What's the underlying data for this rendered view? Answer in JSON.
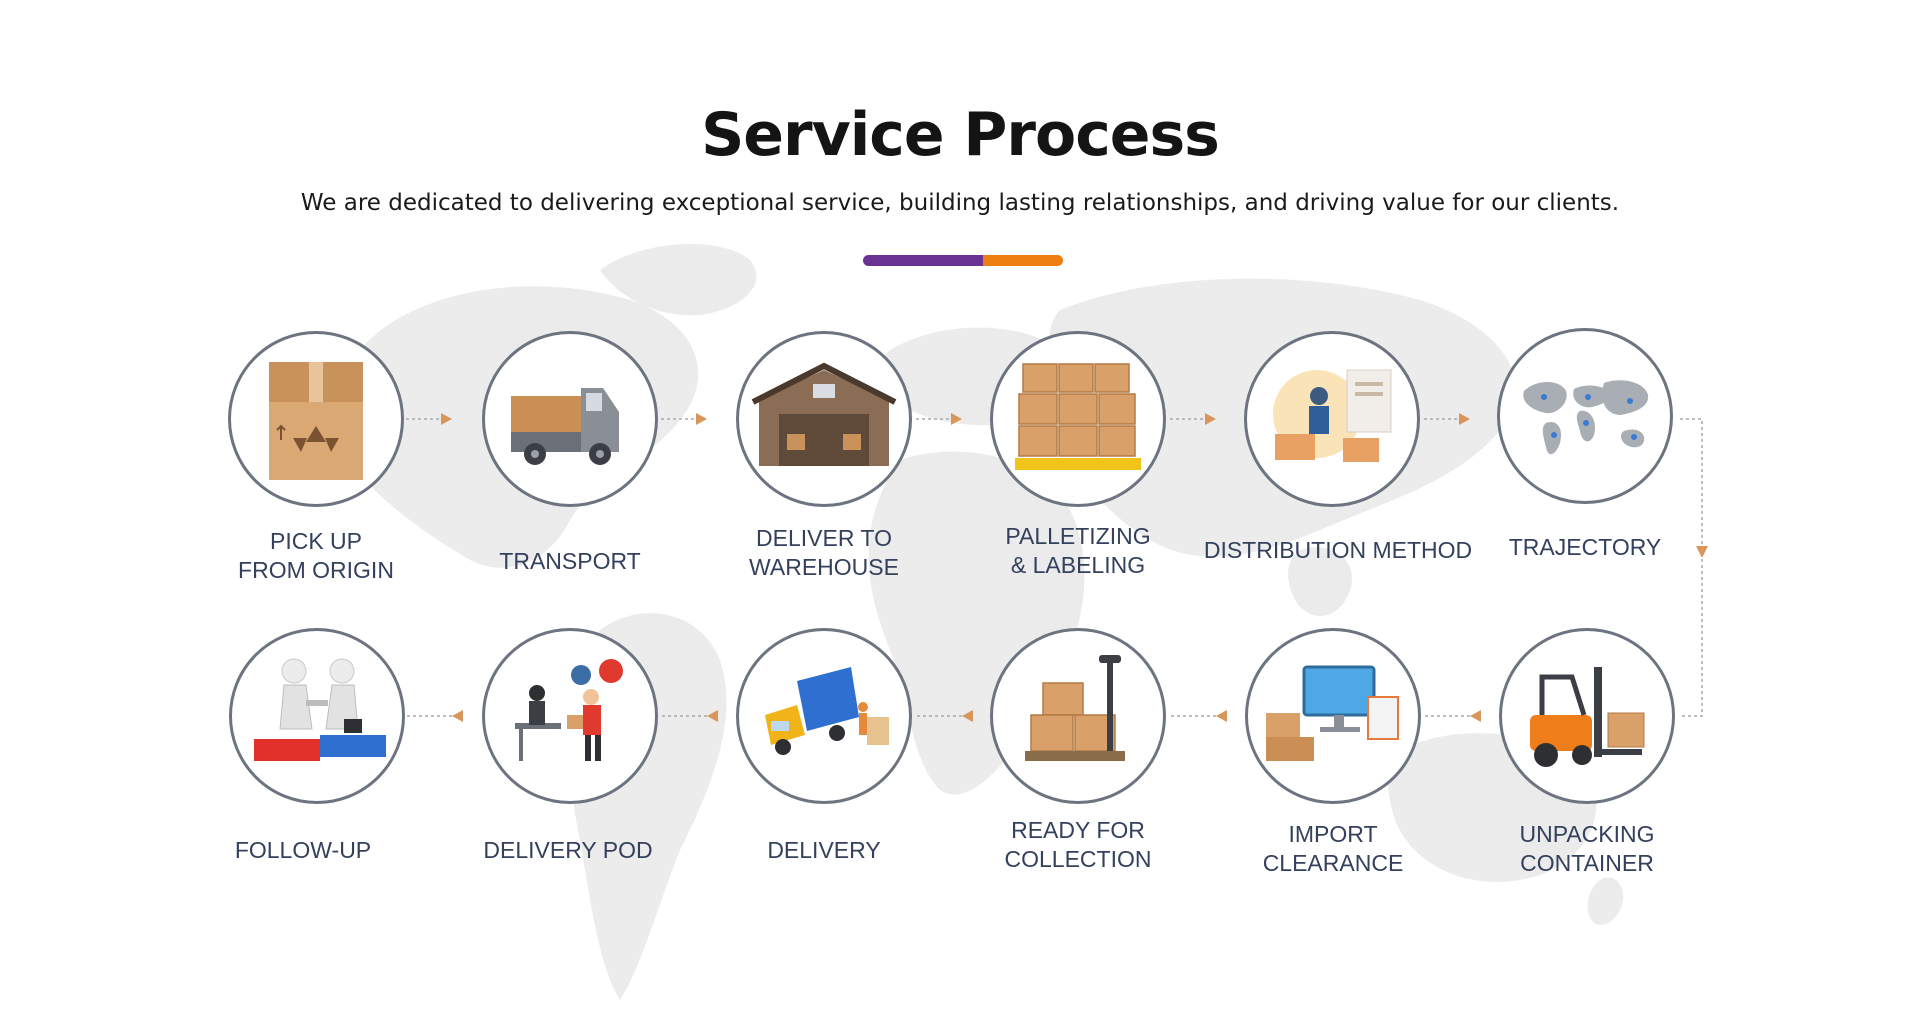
{
  "header": {
    "title": "Service Process",
    "subtitle": "We are dedicated to delivering exceptional service, building lasting relationships, and driving value for our clients."
  },
  "colors": {
    "accent_purple": "#6a3293",
    "accent_orange": "#ee7d12",
    "circle_border": "#6d7480",
    "label_text": "#34405c",
    "arrow": "#d9965a"
  },
  "steps": [
    {
      "icon": "recycle-box-icon",
      "label_line1": "PICK UP",
      "label_line2": "FROM ORIGIN"
    },
    {
      "icon": "truck-icon",
      "label_line1": "TRANSPORT",
      "label_line2": ""
    },
    {
      "icon": "warehouse-icon",
      "label_line1": "DELIVER TO",
      "label_line2": "WAREHOUSE"
    },
    {
      "icon": "pallet-boxes-icon",
      "label_line1": "PALLETIZING",
      "label_line2": "& LABELING"
    },
    {
      "icon": "worker-desk-icon",
      "label_line1": "DISTRIBUTION METHOD",
      "label_line2": ""
    },
    {
      "icon": "world-routes-icon",
      "label_line1": "TRAJECTORY",
      "label_line2": ""
    },
    {
      "icon": "forklift-icon",
      "label_line1": "UNPACKING",
      "label_line2": "CONTAINER"
    },
    {
      "icon": "monitor-clipboard-icon",
      "label_line1": "IMPORT",
      "label_line2": "CLEARANCE"
    },
    {
      "icon": "hand-pallet-icon",
      "label_line1": "READY FOR",
      "label_line2": "COLLECTION"
    },
    {
      "icon": "delivery-truck-icon",
      "label_line1": "DELIVERY",
      "label_line2": ""
    },
    {
      "icon": "handover-desk-icon",
      "label_line1": "DELIVERY POD",
      "label_line2": ""
    },
    {
      "icon": "handshake-puzzle-icon",
      "label_line1": "FOLLOW-UP",
      "label_line2": ""
    }
  ]
}
